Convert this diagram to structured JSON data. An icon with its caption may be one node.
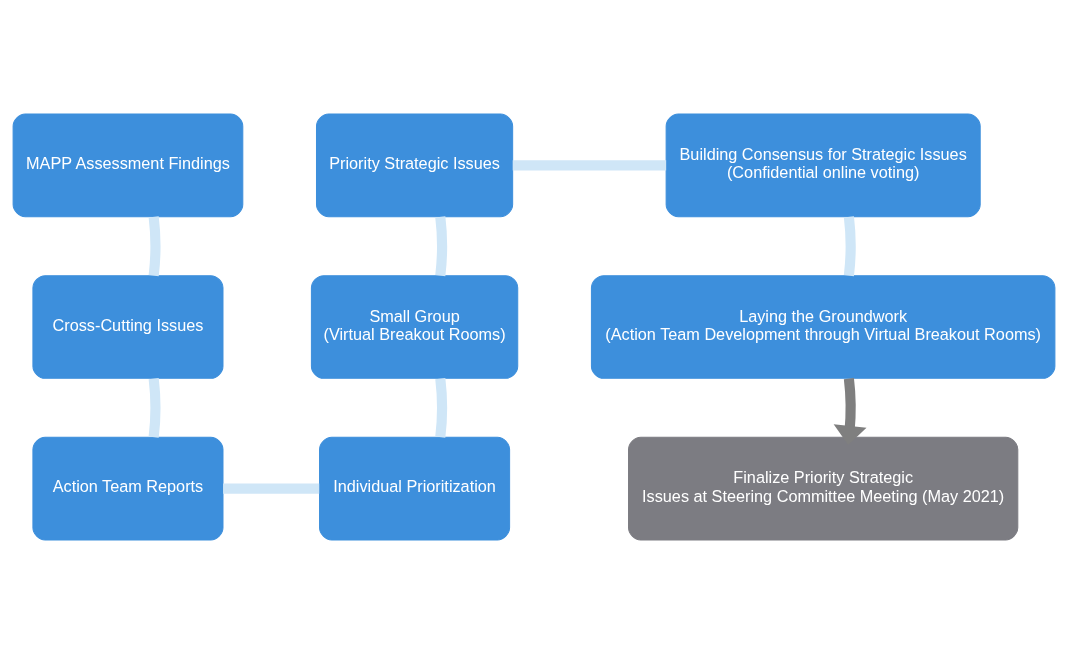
{
  "diagram": {
    "nodes": [
      {
        "text": [
          "MAPP Assessment Findings"
        ]
      },
      {
        "text": [
          "Priority Strategic Issues"
        ]
      },
      {
        "text": [
          "Building Consensus for Strategic Issues",
          "(Confidential online voting)"
        ]
      },
      {
        "text": [
          "Cross-Cutting Issues"
        ]
      },
      {
        "text": [
          "Small Group",
          "(Virtual Breakout Rooms)"
        ]
      },
      {
        "text": [
          "Laying the Groundwork",
          "(Action Team Development through Virtual Breakout Rooms)"
        ]
      },
      {
        "text": [
          "Action Team Reports"
        ]
      },
      {
        "text": [
          "Individual Prioritization"
        ]
      },
      {
        "text": [
          "Finalize Priority Strategic",
          "Issues at Steering Committee Meeting (May 2021)"
        ]
      }
    ],
    "edges": [
      {
        "from": 0,
        "to": 3,
        "arrow": "none"
      },
      {
        "from": 3,
        "to": 6,
        "arrow": "none"
      },
      {
        "from": 6,
        "to": 7,
        "arrow": "none"
      },
      {
        "from": 7,
        "to": 4,
        "arrow": "none"
      },
      {
        "from": 4,
        "to": 1,
        "arrow": "none"
      },
      {
        "from": 1,
        "to": 2,
        "arrow": "none"
      },
      {
        "from": 2,
        "to": 5,
        "arrow": "none"
      },
      {
        "from": 5,
        "to": 8,
        "arrow": "to",
        "color": "#7f7f7f"
      }
    ]
  }
}
